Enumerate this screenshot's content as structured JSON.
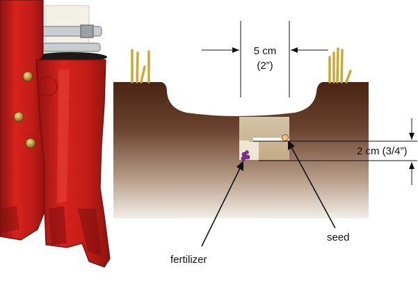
{
  "diagram": {
    "width_label": {
      "metric": "5 cm",
      "imperial": "(2”)"
    },
    "depth_label": "2 cm (3/4”)",
    "labels": {
      "seed": "seed",
      "fertilizer": "fertilizer"
    },
    "colors": {
      "soil_top": "#4a2414",
      "soil_bottom": "#f3eee8",
      "implement_red": "#c81d1a",
      "seed": "#f0c27a",
      "fertilizer": "#8a2a9c",
      "stubble": "#c8a93a"
    }
  }
}
